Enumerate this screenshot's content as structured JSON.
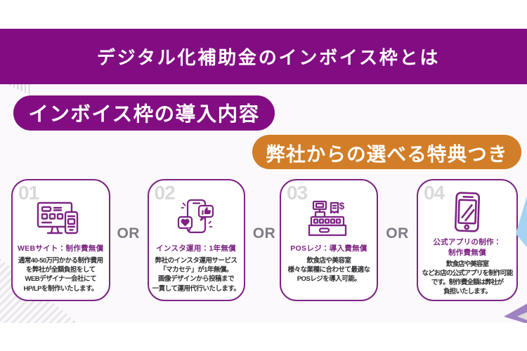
{
  "banner": {
    "title": "デジタル化補助金のインボイス枠とは"
  },
  "badges": {
    "primary": {
      "label": "インボイス枠の導入内容"
    },
    "accent": {
      "label": "弊社からの選べる特典つき"
    }
  },
  "separator": {
    "label": "OR"
  },
  "cards": [
    {
      "number": "01",
      "icon": "website-monitor-phone-icon",
      "title_lines": [
        "WEBサイト：制作費無償"
      ],
      "body_lines": [
        "通常40-50万円かかる制作費用",
        "を弊社が全額負担をして",
        "WEBデザイナー会社にて",
        "HP/LPを制作いたします。"
      ]
    },
    {
      "number": "02",
      "icon": "instagram-phone-icon",
      "title_lines": [
        "インスタ運用：1年無償"
      ],
      "body_lines": [
        "弊社のインスタ運用サービス",
        "「マカセテ」が1年無償。",
        "画像デザインから投稿まで",
        "一貫して運用代行いたします。"
      ]
    },
    {
      "number": "03",
      "icon": "pos-register-icon",
      "title_lines": [
        "POSレジ：導入費無償"
      ],
      "body_lines": [
        "飲食店や美容室",
        "様々な業種に合わせて最適な",
        "POSレジを導入可能。"
      ]
    },
    {
      "number": "04",
      "icon": "smartphone-app-icon",
      "title_lines": [
        "公式アプリの制作：",
        "制作費無償"
      ],
      "body_lines": [
        "飲食店や美容室",
        "などお店の公式アプリを制作可能",
        "です。制作費全額は弊社が",
        "負担いたします。"
      ]
    }
  ],
  "colors": {
    "brand_purple": "#820d83",
    "outline_purple": "#7c2383",
    "accent_orange": "#d27e28",
    "body_text": "#2f2c30",
    "or_gray": "#7e7b84",
    "number_gray": "#d9d8db",
    "band_background": "#fbf9fc",
    "deco_blue": "#a6d3f2",
    "deco_violet": "#9e83c3",
    "deco_gray": "#dfdbd7"
  }
}
